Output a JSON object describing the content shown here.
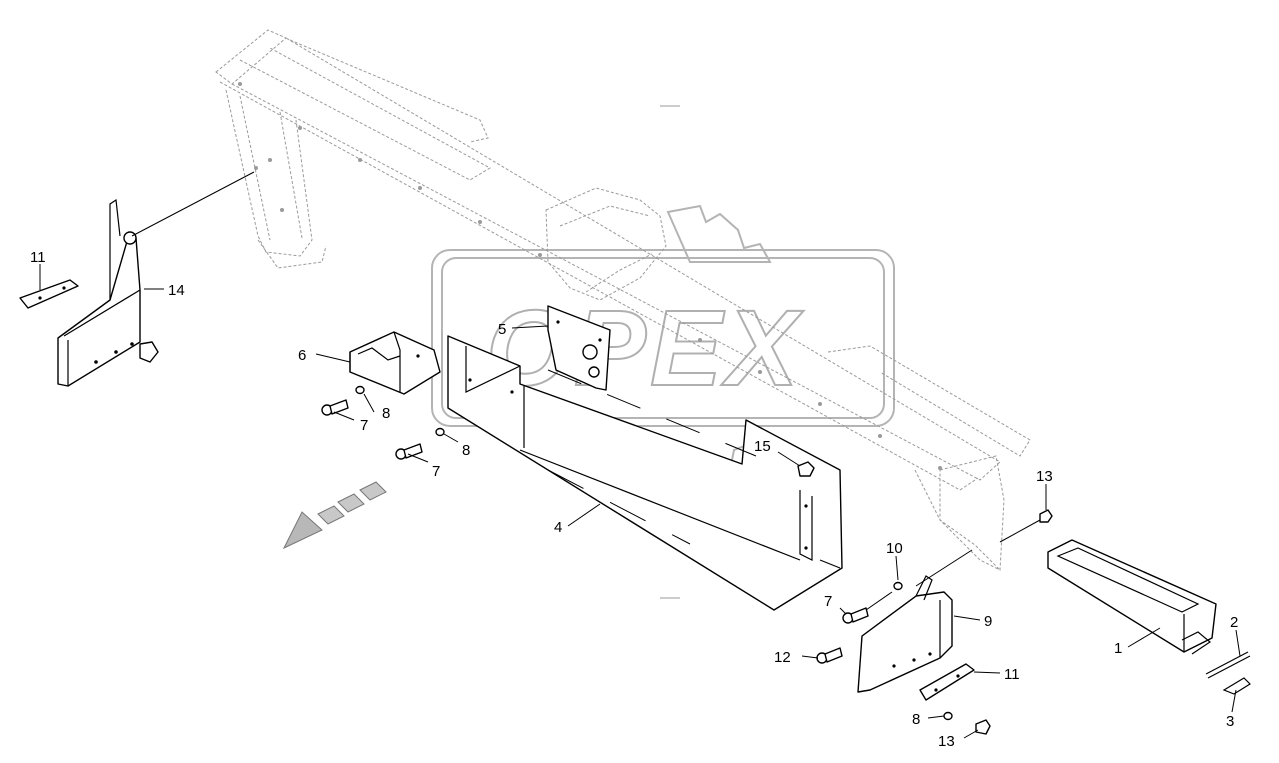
{
  "watermark": {
    "text": "OPEX"
  },
  "callouts": [
    {
      "id": "c-11-left",
      "text": "11"
    },
    {
      "id": "c-14",
      "text": "14"
    },
    {
      "id": "c-5",
      "text": "5"
    },
    {
      "id": "c-6",
      "text": "6"
    },
    {
      "id": "c-8-top",
      "text": "8"
    },
    {
      "id": "c-7-top",
      "text": "7"
    },
    {
      "id": "c-8-mid",
      "text": "8"
    },
    {
      "id": "c-7-mid",
      "text": "7"
    },
    {
      "id": "c-15",
      "text": "15"
    },
    {
      "id": "c-4",
      "text": "4"
    },
    {
      "id": "c-13-top",
      "text": "13"
    },
    {
      "id": "c-10",
      "text": "10"
    },
    {
      "id": "c-7-right",
      "text": "7"
    },
    {
      "id": "c-9",
      "text": "9"
    },
    {
      "id": "c-12",
      "text": "12"
    },
    {
      "id": "c-11-right",
      "text": "11"
    },
    {
      "id": "c-8-bottom",
      "text": "8"
    },
    {
      "id": "c-13-bottom",
      "text": "13"
    },
    {
      "id": "c-1",
      "text": "1"
    },
    {
      "id": "c-2",
      "text": "2"
    },
    {
      "id": "c-3",
      "text": "3"
    }
  ]
}
